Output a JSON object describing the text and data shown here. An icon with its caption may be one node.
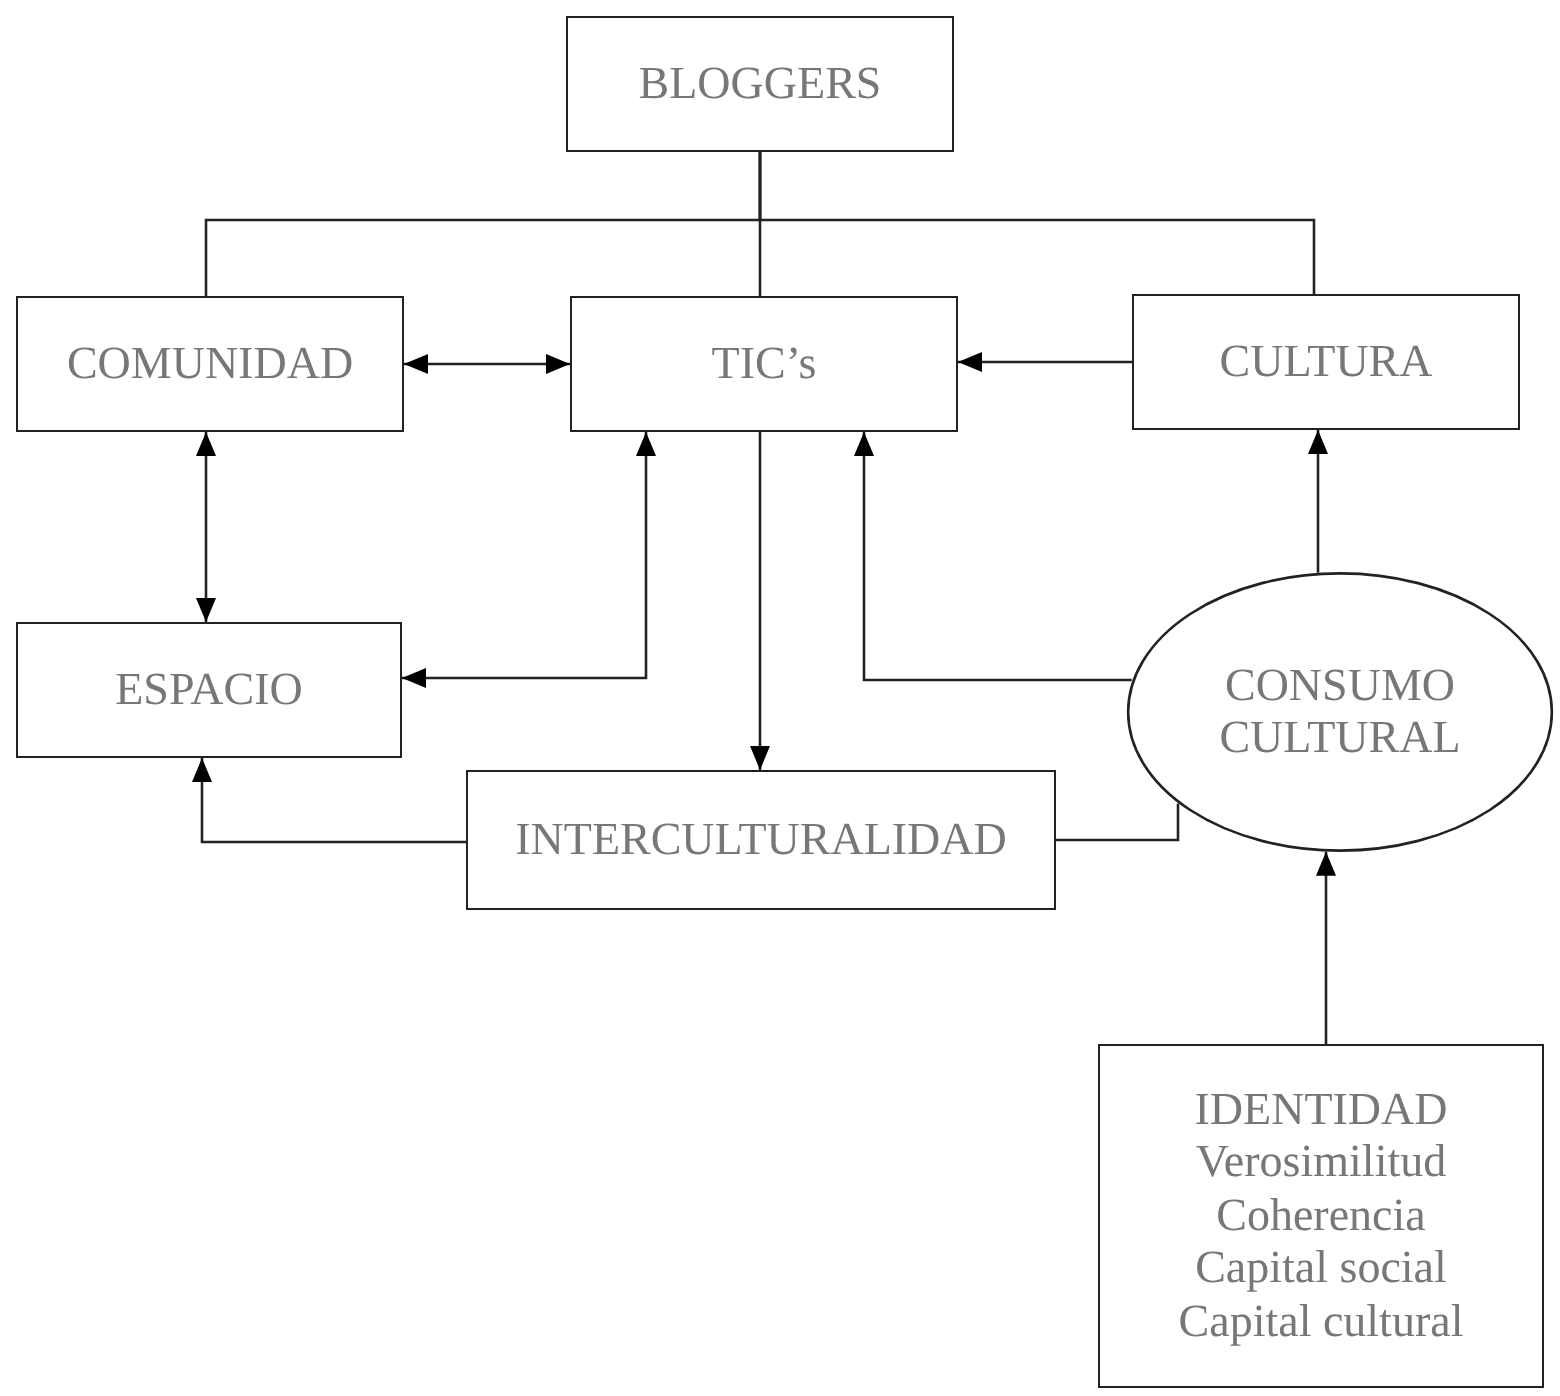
{
  "diagram": {
    "nodes": [
      {
        "text": [
          "BLOGGERS"
        ]
      },
      {
        "text": [
          "COMUNIDAD"
        ]
      },
      {
        "text": [
          "TIC’s"
        ]
      },
      {
        "text": [
          "CULTURA"
        ]
      },
      {
        "text": [
          "ESPACIO"
        ]
      },
      {
        "text": [
          "INTERCULTURALIDAD"
        ]
      },
      {
        "text": [
          "CONSUMO CULTURAL"
        ]
      },
      {
        "text": [
          "IDENTIDAD",
          "Verosimilitud",
          "Coherencia",
          "Capital social",
          "Capital cultural"
        ]
      }
    ],
    "edges": [
      {
        "from": 0,
        "to": 2,
        "arrow": "none"
      },
      {
        "from": 0,
        "to": 1,
        "arrow": "none"
      },
      {
        "from": 0,
        "to": 3,
        "arrow": "none"
      },
      {
        "from": 1,
        "to": 2,
        "arrow": "both"
      },
      {
        "from": 3,
        "to": 2,
        "arrow": "to"
      },
      {
        "from": 1,
        "to": 4,
        "arrow": "both"
      },
      {
        "from": 2,
        "to": 4,
        "arrow": "both"
      },
      {
        "from": 2,
        "to": 5,
        "arrow": "to"
      },
      {
        "from": 6,
        "to": 2,
        "arrow": "to"
      },
      {
        "from": 6,
        "to": 3,
        "arrow": "to"
      },
      {
        "from": 5,
        "to": 4,
        "arrow": "to"
      },
      {
        "from": 5,
        "to": 6,
        "arrow": "none"
      },
      {
        "from": 7,
        "to": 6,
        "arrow": "to"
      }
    ]
  }
}
